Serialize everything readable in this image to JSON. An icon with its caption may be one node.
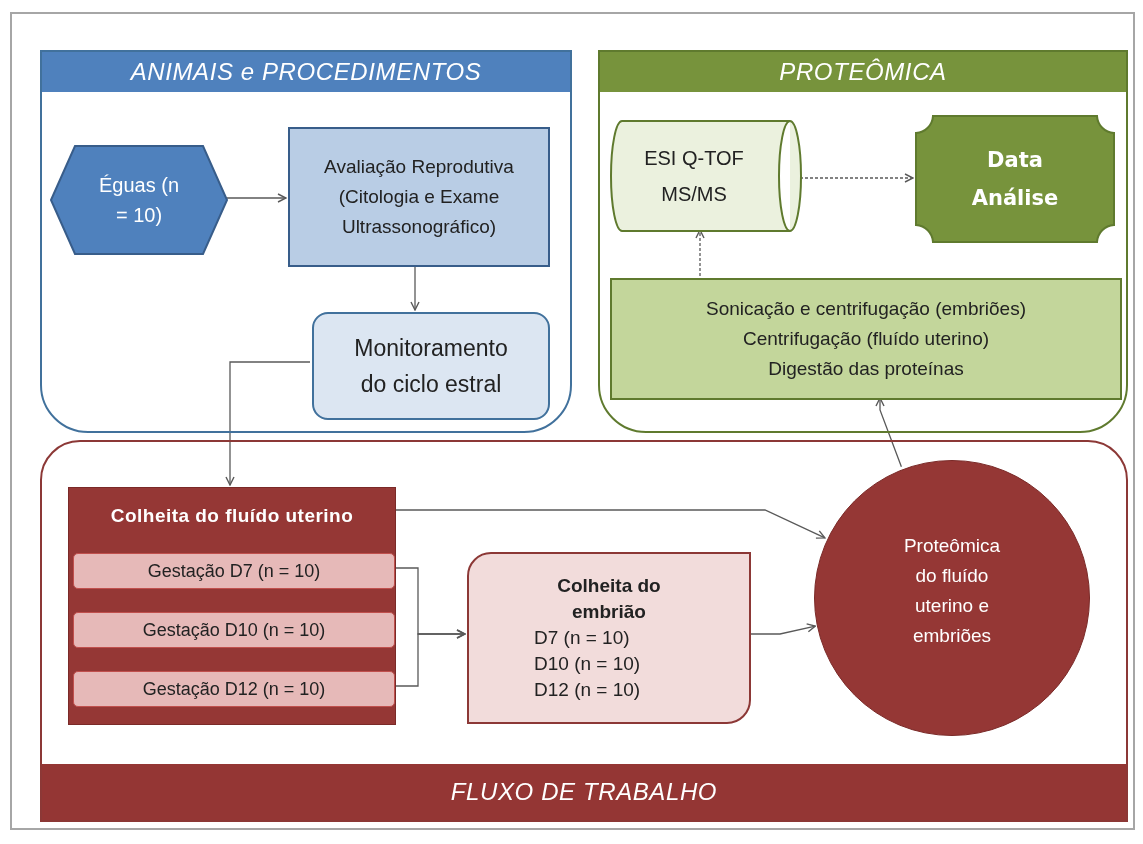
{
  "diagram": {
    "nodes": [
      {
        "text": [
          "ANIMAIS e PROCEDIMENTOS"
        ]
      },
      {
        "text": [
          "Éguas (n = 10)"
        ],
        "in": 0
      },
      {
        "text": [
          "Avaliação Reprodutiva (Citologia e Exame Ultrassonográfico)"
        ],
        "in": 0
      },
      {
        "text": [
          "Monitoramento do ciclo estral"
        ],
        "in": 0
      },
      {
        "text": [
          "PROTEÔMICA"
        ]
      },
      {
        "text": [
          "ESI Q-TOF MS/MS"
        ],
        "in": 4
      },
      {
        "text": [
          "Data Análise"
        ],
        "in": 4
      },
      {
        "text": [
          "Sonicação e centrifugação (embriões)",
          "Centrifugação (fluído uterino)",
          "Digestão das proteínas"
        ],
        "in": 4
      },
      {
        "text": [
          "FLUXO DE TRABALHO"
        ]
      },
      {
        "text": [
          "Colheita do fluído uterino"
        ],
        "in": 8
      },
      {
        "text": [
          "Gestação D7 (n = 10)"
        ],
        "in": 9
      },
      {
        "text": [
          "Gestação D10 (n = 10)"
        ],
        "in": 9
      },
      {
        "text": [
          "Gestação D12 (n = 10)"
        ],
        "in": 9
      },
      {
        "text": [
          "Colheita do embrião",
          "D7 (n = 10)",
          "D10 (n = 10)",
          "D12 (n = 10)"
        ],
        "in": 8
      },
      {
        "text": [
          "Proteômica do fluído uterino e embriões"
        ],
        "in": 8
      }
    ],
    "edges": [
      {
        "from": 1,
        "to": 2,
        "arrow": "to"
      },
      {
        "from": 2,
        "to": 3,
        "arrow": "to"
      },
      {
        "from": 3,
        "to": 9,
        "arrow": "to"
      },
      {
        "from": 9,
        "to": 14,
        "arrow": "to"
      },
      {
        "from": 10,
        "to": 13,
        "arrow": "to"
      },
      {
        "from": 12,
        "to": 13,
        "arrow": "to"
      },
      {
        "from": 13,
        "to": 14,
        "arrow": "to"
      },
      {
        "from": 14,
        "to": 7,
        "arrow": "to"
      },
      {
        "from": 7,
        "to": 5,
        "arrow": "to",
        "style": "dashed"
      },
      {
        "from": 5,
        "to": 6,
        "arrow": "to",
        "style": "dashed"
      }
    ]
  }
}
